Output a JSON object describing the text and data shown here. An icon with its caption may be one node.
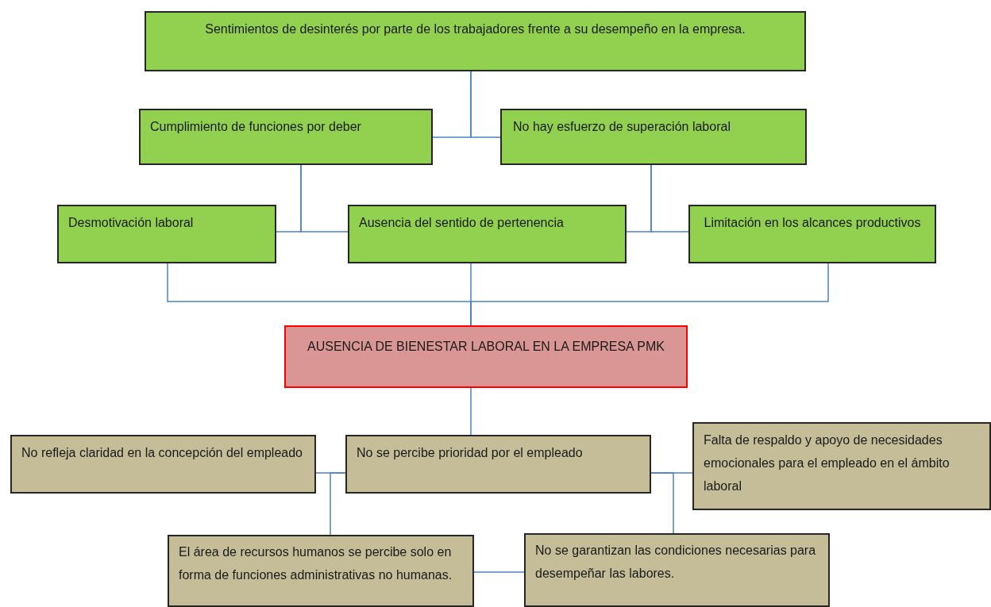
{
  "diagram": {
    "nodes": [
      {
        "text": [
          "Sentimientos de desinterés por parte de los trabajadores frente a su desempeño en la empresa."
        ]
      },
      {
        "text": [
          "Cumplimiento de funciones por deber"
        ]
      },
      {
        "text": [
          "No hay esfuerzo de superación laboral"
        ]
      },
      {
        "text": [
          "Desmotivación laboral"
        ]
      },
      {
        "text": [
          "Ausencia del sentido de pertenencia"
        ]
      },
      {
        "text": [
          "Limitación  en los alcances productivos"
        ]
      },
      {
        "text": [
          "AUSENCIA DE  BIENESTAR LABORAL EN LA EMPRESA PMK"
        ]
      },
      {
        "text": [
          "No refleja claridad en la concepción del empleado"
        ]
      },
      {
        "text": [
          "No se percibe prioridad por el empleado"
        ]
      },
      {
        "text": [
          "Falta de respaldo y apoyo de necesidades emocionales para el empleado en el ámbito  laboral"
        ]
      },
      {
        "text": [
          "El área de recursos humanos se percibe solo en forma de funciones administrativas no humanas."
        ]
      },
      {
        "text": [
          "No se garantizan las condiciones necesarias para desempeñar las labores."
        ]
      }
    ],
    "edges": [
      {
        "from": 0,
        "to": 1,
        "arrow": "none"
      },
      {
        "from": 0,
        "to": 2,
        "arrow": "none"
      },
      {
        "from": 1,
        "to": 3,
        "arrow": "none"
      },
      {
        "from": 1,
        "to": 4,
        "arrow": "none"
      },
      {
        "from": 2,
        "to": 4,
        "arrow": "none"
      },
      {
        "from": 2,
        "to": 5,
        "arrow": "none"
      },
      {
        "from": 3,
        "to": 6,
        "arrow": "none"
      },
      {
        "from": 4,
        "to": 6,
        "arrow": "none"
      },
      {
        "from": 5,
        "to": 6,
        "arrow": "none"
      },
      {
        "from": 6,
        "to": 8,
        "arrow": "none"
      },
      {
        "from": 8,
        "to": 7,
        "arrow": "none"
      },
      {
        "from": 8,
        "to": 10,
        "arrow": "none"
      },
      {
        "from": 8,
        "to": 9,
        "arrow": "none"
      },
      {
        "from": 8,
        "to": 11,
        "arrow": "none"
      },
      {
        "from": 10,
        "to": 11,
        "arrow": "none"
      }
    ]
  }
}
